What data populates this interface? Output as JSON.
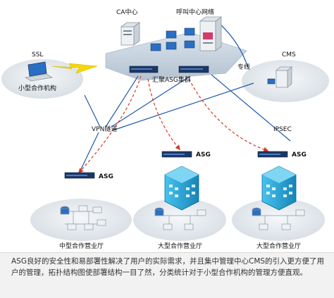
{
  "labels": {
    "ca_center": "CA中心",
    "call_center": "呼叫中心网络",
    "ssl": "SSL",
    "small_org": "小型合作机构",
    "cms": "CMS",
    "dedicated_line": "专线",
    "asg_cluster": "汇聚ASG集群",
    "vpn_tunnel": "VPN隧道",
    "ipsec": "IPSEC",
    "asg_left": "ASG",
    "asg_center": "ASG",
    "asg_right": "ASG",
    "hall_left": "中型合作营业厅",
    "hall_center": "大型合作营业厅",
    "hall_right": "大型合作营业厅"
  },
  "caption": "ASG良好的安全性和易部署性解决了用户的实际需求，并且集中管理中心CMS的引入更方便了用户的管理，拓扑结构图使部署结构一目了然，分类统计对于小型合作机构的管理方便直观。",
  "colors": {
    "plate": "#c9d6e2",
    "cloud": "#e8edf1",
    "vpn_line": "#1f5aa8",
    "dashed_arrow": "#d43a1a",
    "lightning": "#f5d60a",
    "building": "#22a6d8",
    "device": "#1c3766"
  }
}
